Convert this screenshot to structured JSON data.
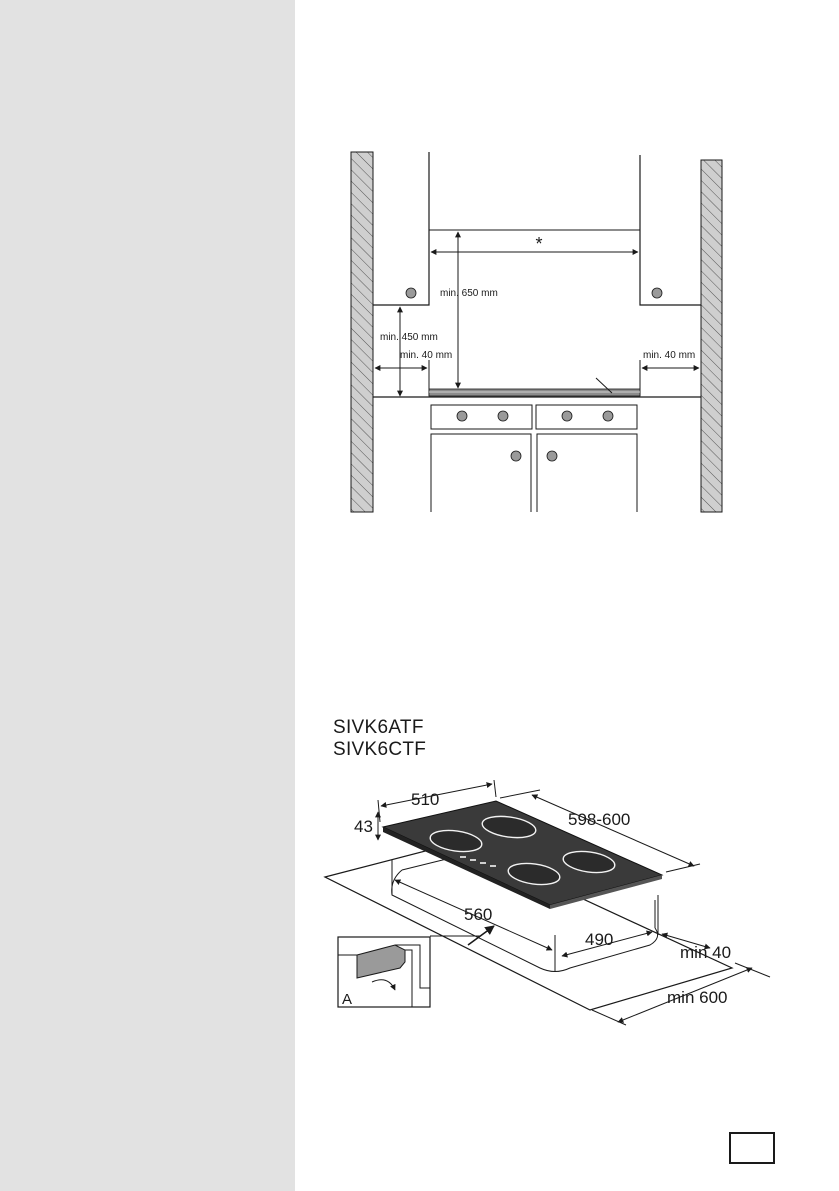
{
  "installation_diagram": {
    "hood_clearance_marker": "*",
    "min_hood_height": "min. 650 mm",
    "min_cabinet_height": "min. 450 mm",
    "min_side_left": "min. 40 mm",
    "min_side_right": "min. 40 mm"
  },
  "models": [
    "SIVK6ATF",
    "SIVK6CTF"
  ],
  "cutout_diagram": {
    "depth": "510",
    "thickness": "43",
    "width": "598-600",
    "cutout_width": "560",
    "cutout_depth": "490",
    "min_edge": "min 40",
    "min_cabinet_width": "min 600",
    "detail_label": "A"
  },
  "page": {
    "number": ""
  },
  "colors": {
    "sidebar": "#e2e2e2",
    "knob": "#9a9a9a",
    "hob_glass": "#3a3a3a"
  }
}
